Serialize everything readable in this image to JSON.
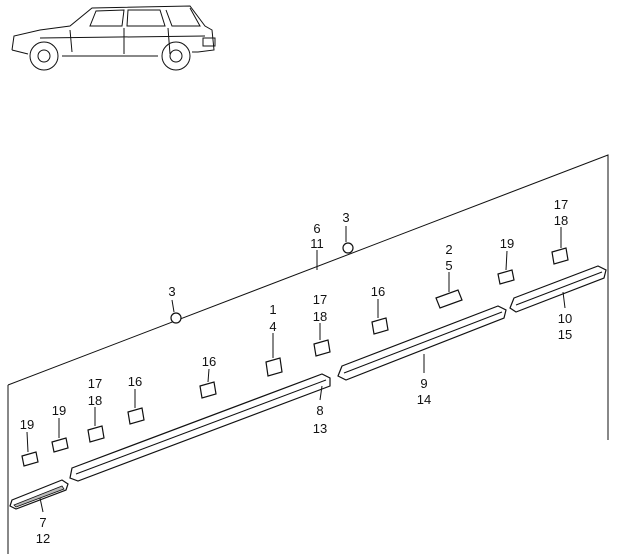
{
  "diagram": {
    "labels": {
      "l6": "6",
      "l11": "11",
      "l3a": "3",
      "l3b": "3",
      "l2": "2",
      "l5": "5",
      "l19a": "19",
      "l17a": "17",
      "l18a": "18",
      "l1": "1",
      "l4": "4",
      "l17b": "17",
      "l18b": "18",
      "l16a": "16",
      "l16b": "16",
      "l16c": "16",
      "l17c": "17",
      "l18c": "18",
      "l19b": "19",
      "l19c": "19",
      "l9": "9",
      "l14": "14",
      "l10": "10",
      "l15": "15",
      "l8": "8",
      "l13": "13",
      "l7": "7",
      "l12": "12"
    }
  }
}
